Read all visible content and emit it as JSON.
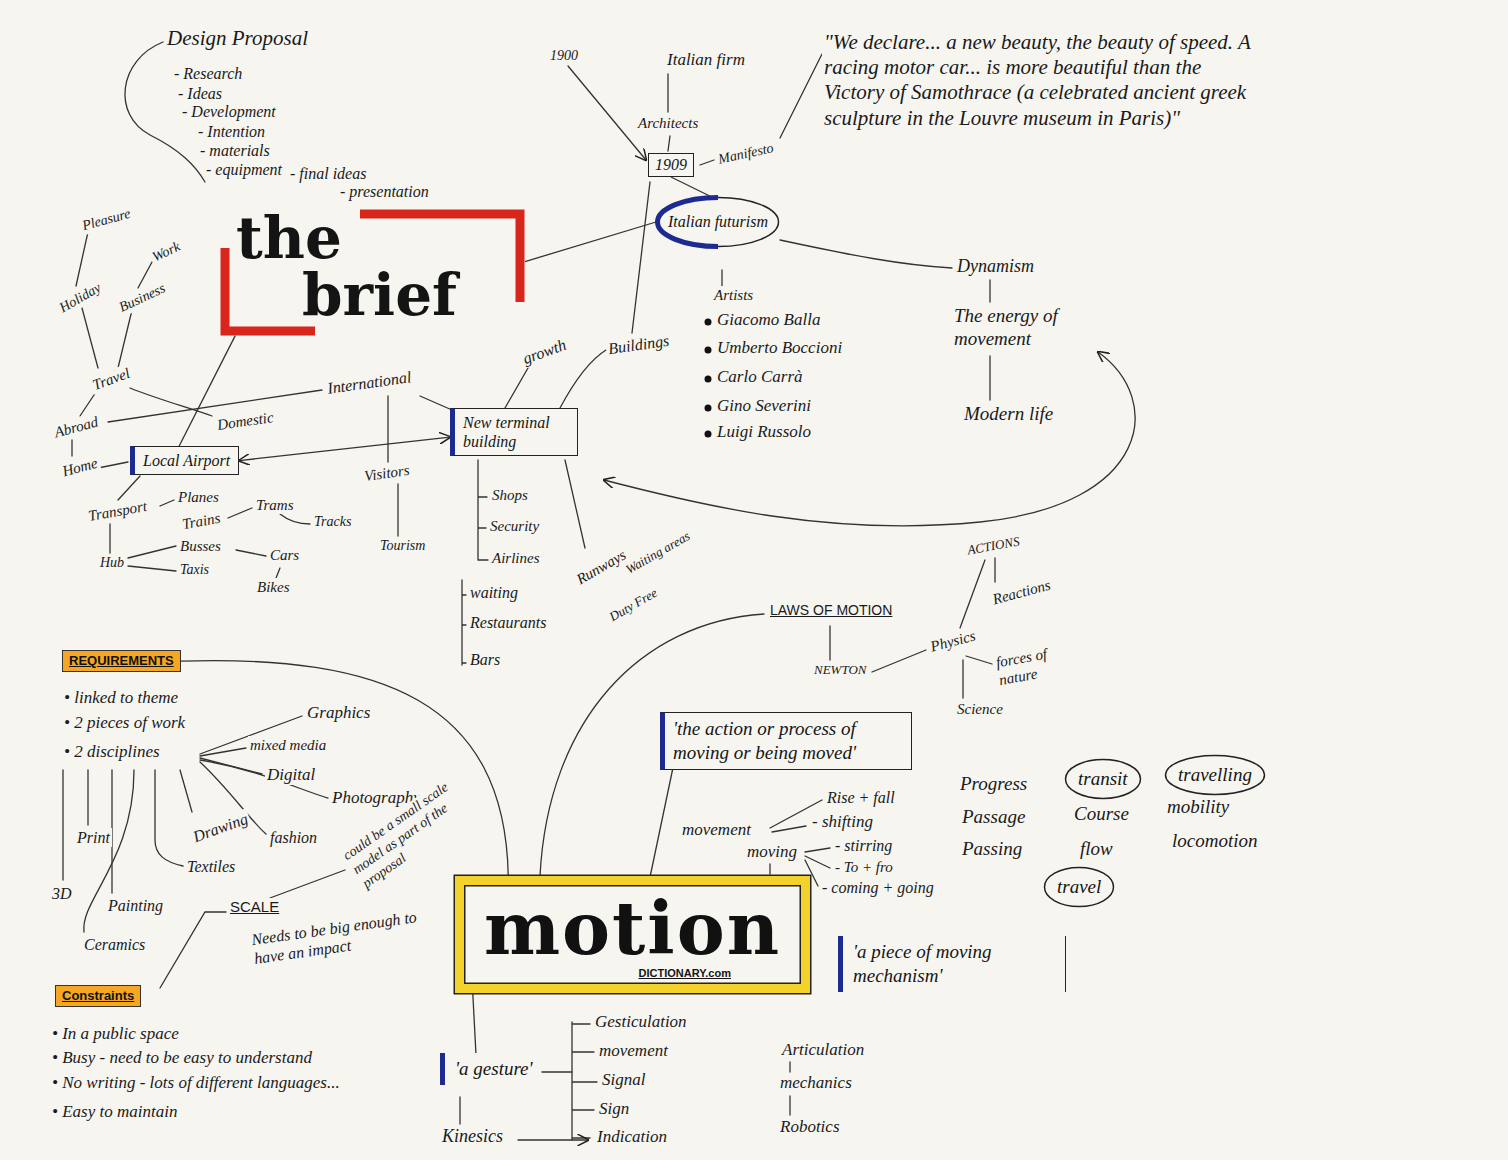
{
  "diagram": {
    "nodes": [
      {
        "text": [
          "the brief"
        ]
      },
      {
        "text": [
          "1909"
        ]
      },
      {
        "text": [
          "Italian futurism"
        ]
      },
      {
        "text": [
          "Local Airport"
        ]
      },
      {
        "text": [
          "New terminal building"
        ]
      },
      {
        "text": [
          "REQUIREMENTS"
        ]
      },
      {
        "text": [
          "'the action or process of moving or being moved'"
        ]
      },
      {
        "text": [
          "transit"
        ]
      },
      {
        "text": [
          "travelling"
        ]
      },
      {
        "text": [
          "travel"
        ]
      },
      {
        "text": [
          "motion",
          "DICTIONARY.com"
        ]
      },
      {
        "text": [
          "Constraints"
        ]
      },
      {
        "text": [
          "'a piece of moving mechanism'"
        ]
      },
      {
        "text": [
          "'a gesture'"
        ]
      }
    ],
    "edges": [
      {
        "from": 0,
        "to": 2,
        "arrow": "none"
      },
      {
        "from": 1,
        "to": 2,
        "arrow": "none"
      },
      {
        "from": 3,
        "to": 4,
        "arrow": "both"
      },
      {
        "from": 0,
        "to": 3,
        "arrow": "none"
      },
      {
        "from": 5,
        "to": 10,
        "arrow": "none"
      },
      {
        "from": 10,
        "to": 6,
        "arrow": "none"
      },
      {
        "from": 10,
        "to": 13,
        "arrow": "none"
      }
    ],
    "labels": [
      "Design Proposal",
      "- Research",
      "- Ideas",
      "- Development",
      "- Intention",
      "- materials",
      "- equipment",
      "- final ideas",
      "- presentation",
      "Pleasure",
      "Work",
      "Holiday",
      "Business",
      "Travel",
      "Abroad",
      "Home",
      "Domestic",
      "International",
      "Visitors",
      "Tourism",
      "Transport",
      "Planes",
      "Trains",
      "Trams",
      "Tracks",
      "Hub",
      "Busses",
      "Taxis",
      "Cars",
      "Bikes",
      "growth",
      "Buildings",
      "Shops",
      "Security",
      "Airlines",
      "waiting",
      "Restaurants",
      "Bars",
      "Runways",
      "Waiting areas",
      "Duty Free",
      "1900",
      "Italian firm",
      "Architects",
      "Manifesto",
      "\"We declare... a new beauty, the beauty of speed. A racing motor car... is more beautiful than the Victory of Samothrace (a celebrated ancient greek sculpture in the Louvre museum in Paris)\"",
      "Artists",
      "Giacomo Balla",
      "Umberto Boccioni",
      "Carlo Carrà",
      "Gino Severini",
      "Luigi Russolo",
      "Dynamism",
      "The energy of movement",
      "Modern life",
      "• linked to theme",
      "• 2 pieces of work",
      "• 2 disciplines",
      "Graphics",
      "mixed media",
      "Digital",
      "Photography",
      "fashion",
      "Print",
      "Drawing",
      "Textiles",
      "3D",
      "Painting",
      "Ceramics",
      "could be a small scale model as part of the proposal",
      "SCALE",
      "Needs to be big enough to have an impact",
      "• In a public space",
      "• Busy - need to be easy to understand",
      "• No writing - lots of different languages...",
      "• Easy to maintain",
      "LAWS OF MOTION",
      "NEWTON",
      "Physics",
      "ACTIONS",
      "Reactions",
      "forces of nature",
      "Science",
      "Progress",
      "Passage",
      "Passing",
      "Course",
      "flow",
      "mobility",
      "locomotion",
      "movement",
      "Rise + fall",
      "- shifting",
      "moving",
      "- stirring",
      "- To + fro",
      "- coming + going",
      "Articulation",
      "mechanics",
      "Robotics",
      "Gesticulation",
      "movement",
      "Signal",
      "Sign",
      "Indication",
      "Kinesics"
    ]
  }
}
